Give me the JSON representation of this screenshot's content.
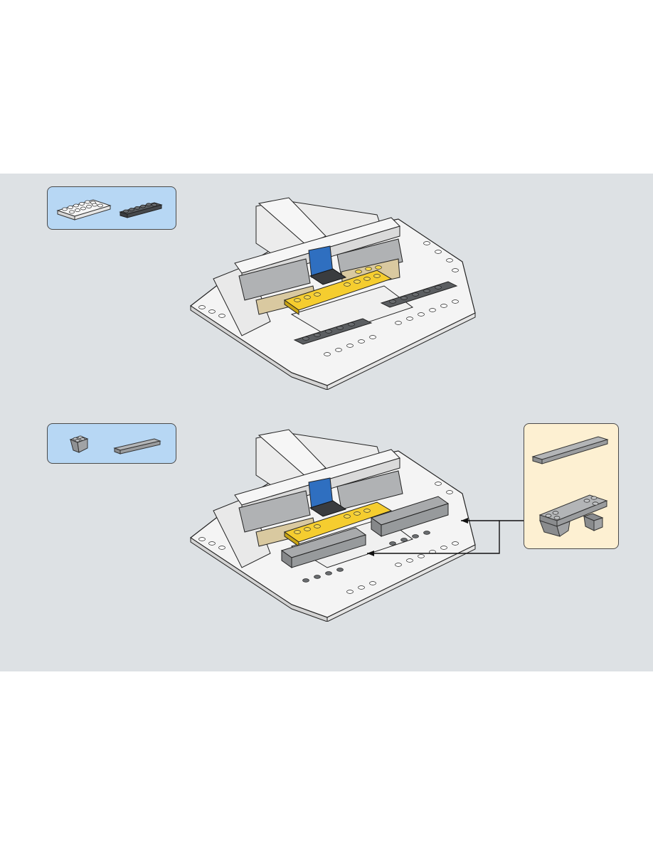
{
  "page": {
    "background": "#ffffff",
    "panel_color": "#dde1e4"
  },
  "colors": {
    "parts_box": "#b7d7f4",
    "callout_box": "#fdf0d2",
    "white_brick": "#f6f6f6",
    "dark_grey": "#4e5154",
    "light_grey": "#a8aaac",
    "tan": "#d9c9a0",
    "yellow": "#f5cd2f",
    "blue": "#2f6fc0",
    "outline": "#222222"
  },
  "steps": [
    {
      "parts": [
        {
          "name": "white-plate-2x6",
          "icon": "white-plate-icon"
        },
        {
          "name": "dark-grey-plate-1x6",
          "icon": "dark-grey-plate-icon"
        }
      ]
    },
    {
      "parts": [
        {
          "name": "light-grey-inverted-slope",
          "icon": "inverted-slope-icon"
        },
        {
          "name": "light-grey-tile-1x6",
          "icon": "grey-tile-icon"
        }
      ],
      "callout": {
        "parts": [
          {
            "name": "grey-tile",
            "icon": "grey-tile-icon"
          },
          {
            "name": "grey-bridge-assembly",
            "icon": "bridge-assembly-icon"
          }
        ]
      }
    }
  ]
}
